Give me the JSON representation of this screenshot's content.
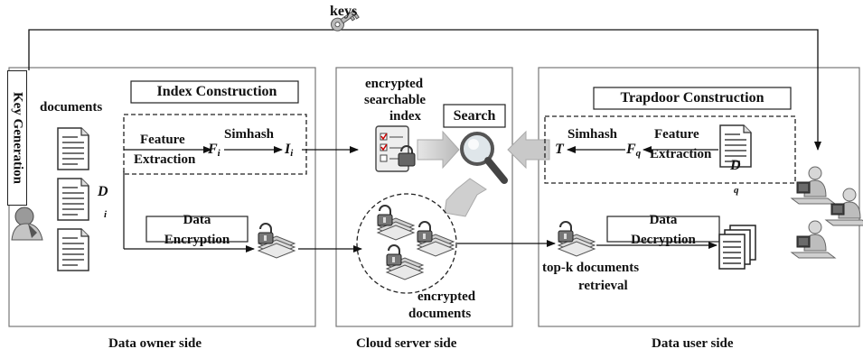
{
  "top": {
    "keys_label": "keys"
  },
  "owner": {
    "key_generation": "Key Generation",
    "documents": "documents",
    "doc_symbol": "D",
    "doc_sub": "i",
    "index_construction": "Index Construction",
    "feature_extraction_line1": "Feature",
    "feature_extraction_line2": "Extraction",
    "f_symbol": "F",
    "f_sub": "i",
    "simhash": "Simhash",
    "i_symbol": "I",
    "i_sub": "i",
    "data_encryption_line1": "Data",
    "data_encryption_line2": "Encryption",
    "side_label": "Data owner side"
  },
  "cloud": {
    "encrypted_index_line1": "encrypted",
    "encrypted_index_line2": "searchable",
    "encrypted_index_line3": "index",
    "search": "Search",
    "encrypted_docs_line1": "encrypted",
    "encrypted_docs_line2": "documents",
    "side_label": "Cloud server side"
  },
  "user": {
    "trapdoor_construction": "Trapdoor Construction",
    "t_symbol": "T",
    "simhash": "Simhash",
    "fq_symbol": "F",
    "fq_sub": "q",
    "feature_extraction_line1": "Feature",
    "feature_extraction_line2": "Extraction",
    "dq_symbol": "D",
    "dq_sub": "q",
    "data_decryption_line1": "Data",
    "data_decryption_line2": "Decryption",
    "topk_line1": "top-k documents",
    "topk_line2": "retrieval",
    "side_label": "Data user side"
  }
}
